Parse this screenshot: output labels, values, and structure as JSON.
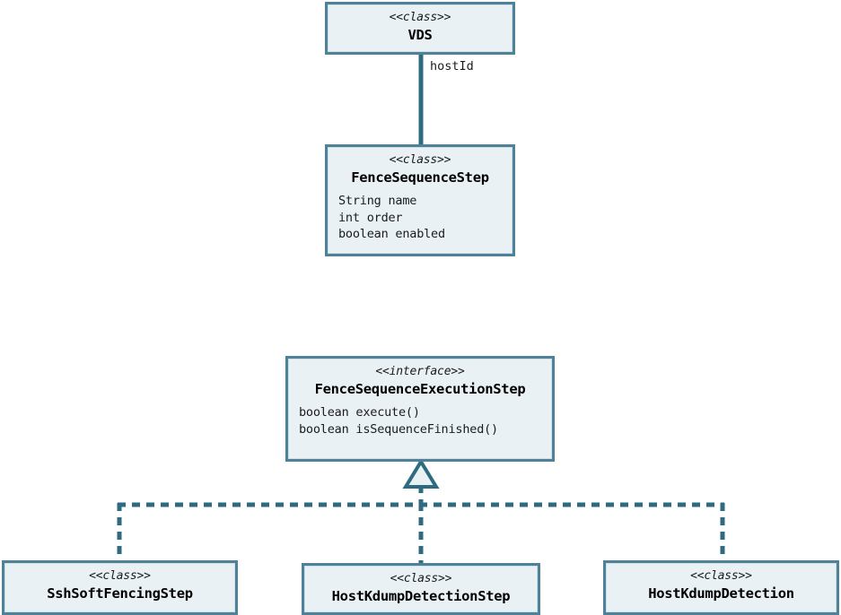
{
  "diagram": {
    "kind": "uml-class-diagram",
    "colors": {
      "node_fill": "#e9f1f5",
      "node_border": "#4d8299",
      "node_inner_border": "#cfe0e8",
      "edge": "#2f6b80",
      "text": "#1b1b1b",
      "background": "#ffffff"
    }
  },
  "nodes": [
    {
      "id": "vds",
      "stereotype": "<<class>>",
      "name": "VDS",
      "members": []
    },
    {
      "id": "fence-sequence-step",
      "stereotype": "<<class>>",
      "name": "FenceSequenceStep",
      "members": [
        "String name",
        "int order",
        "boolean enabled"
      ]
    },
    {
      "id": "fence-sequence-execution-step",
      "stereotype": "<<interface>>",
      "name": "FenceSequenceExecutionStep",
      "members": [
        "boolean execute()",
        "boolean isSequenceFinished()"
      ]
    },
    {
      "id": "ssh-soft-fencing-step",
      "stereotype": "<<class>>",
      "name": "SshSoftFencingStep",
      "members": []
    },
    {
      "id": "host-kdump-detection-step",
      "stereotype": "<<class>>",
      "name": "HostKdumpDetectionStep",
      "members": []
    },
    {
      "id": "host-kdump-detection",
      "stereotype": "<<class>>",
      "name": "HostKdumpDetection",
      "members": []
    }
  ],
  "edges": [
    {
      "id": "vds-to-fence-sequence-step",
      "from": "vds",
      "to": "fence-sequence-step",
      "type": "association",
      "style": "solid",
      "label": "hostId"
    },
    {
      "id": "ssh-soft-fencing-step-realizes",
      "from": "ssh-soft-fencing-step",
      "to": "fence-sequence-execution-step",
      "type": "realization",
      "style": "dashed",
      "label": ""
    },
    {
      "id": "host-kdump-detection-step-realizes",
      "from": "host-kdump-detection-step",
      "to": "fence-sequence-execution-step",
      "type": "realization",
      "style": "dashed",
      "label": ""
    },
    {
      "id": "host-kdump-detection-realizes",
      "from": "host-kdump-detection",
      "to": "fence-sequence-execution-step",
      "type": "realization",
      "style": "dashed",
      "label": ""
    }
  ]
}
